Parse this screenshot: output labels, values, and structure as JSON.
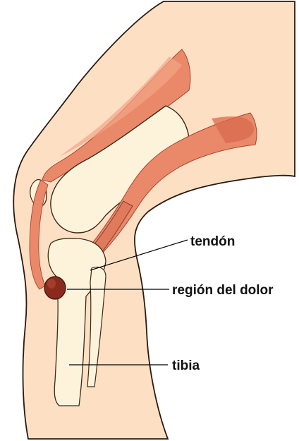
{
  "labels": {
    "tendon": "tendón",
    "pain_region": "región del dolor",
    "tibia": "tibia"
  },
  "colors": {
    "skin": "#fde0c4",
    "skin_outline": "#2a1a10",
    "bone": "#fdf3da",
    "muscle": "#e9896a",
    "muscle_dark": "#c4573e",
    "pain_spot": "#8a2a1c"
  }
}
